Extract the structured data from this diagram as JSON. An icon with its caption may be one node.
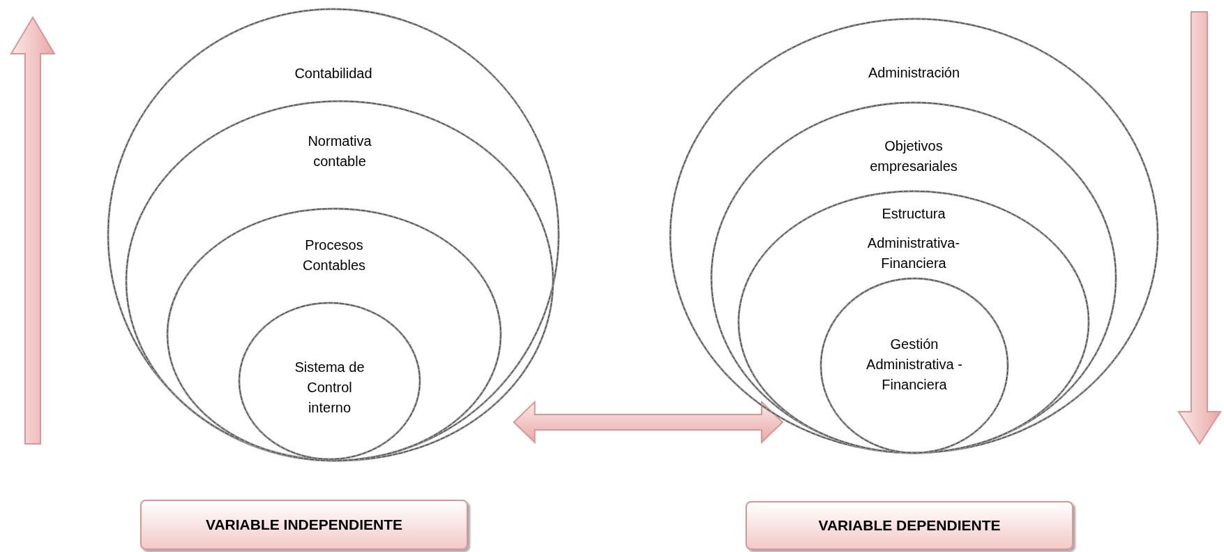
{
  "diagram": {
    "nodes": [
      {
        "text": [
          "Contabilidad"
        ]
      },
      {
        "text": [
          "Normativa contable"
        ],
        "in": 0
      },
      {
        "text": [
          "Procesos Contables"
        ],
        "in": 1
      },
      {
        "text": [
          "Sistema de Control interno"
        ],
        "in": 2
      },
      {
        "text": [
          "Administración"
        ]
      },
      {
        "text": [
          "Objetivos empresariales"
        ],
        "in": 4
      },
      {
        "text": [
          "Estructura",
          "Administrativa-Financiera"
        ],
        "in": 5
      },
      {
        "text": [
          "Gestión Administrativa - Financiera"
        ],
        "in": 6
      },
      {
        "text": [
          "VARIABLE INDEPENDIENTE"
        ]
      },
      {
        "text": [
          "VARIABLE DEPENDIENTE"
        ]
      }
    ],
    "edges": [
      {
        "from": 0,
        "to": 4,
        "arrow": "both",
        "style": "thick"
      }
    ]
  }
}
